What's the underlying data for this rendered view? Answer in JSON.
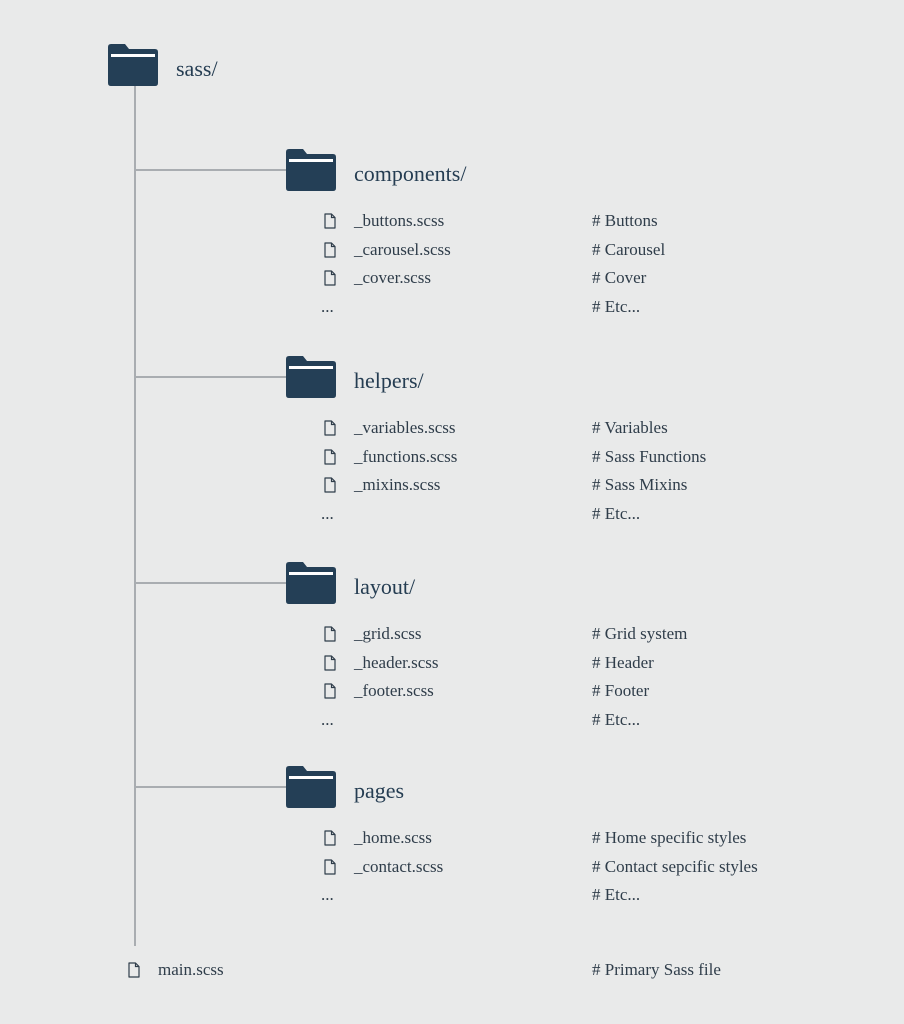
{
  "root": {
    "label": "sass/",
    "icon": "folder-icon"
  },
  "colors": {
    "folder": "#243f56",
    "line": "#a9adb1",
    "background": "#e9eaea",
    "text": "#2f3d4a"
  },
  "folders": [
    {
      "label": "components/",
      "files": [
        {
          "name": "_buttons.scss",
          "comment": "# Buttons"
        },
        {
          "name": "_carousel.scss",
          "comment": "# Carousel"
        },
        {
          "name": "_cover.scss",
          "comment": "# Cover"
        }
      ],
      "more": {
        "name": "...",
        "comment": "# Etc..."
      }
    },
    {
      "label": "helpers/",
      "files": [
        {
          "name": "_variables.scss",
          "comment": "# Variables"
        },
        {
          "name": "_functions.scss",
          "comment": "# Sass Functions"
        },
        {
          "name": "_mixins.scss",
          "comment": "# Sass Mixins"
        }
      ],
      "more": {
        "name": "...",
        "comment": "# Etc..."
      }
    },
    {
      "label": "layout/",
      "files": [
        {
          "name": "_grid.scss",
          "comment": "# Grid system"
        },
        {
          "name": "_header.scss",
          "comment": "# Header"
        },
        {
          "name": "_footer.scss",
          "comment": "# Footer"
        }
      ],
      "more": {
        "name": "...",
        "comment": "# Etc..."
      }
    },
    {
      "label": "pages",
      "files": [
        {
          "name": "_home.scss",
          "comment": "# Home specific styles"
        },
        {
          "name": "_contact.scss",
          "comment": "# Contact sepcific styles"
        }
      ],
      "more": {
        "name": "...",
        "comment": "# Etc..."
      }
    }
  ],
  "main_file": {
    "name": "main.scss",
    "comment": "# Primary Sass file"
  }
}
